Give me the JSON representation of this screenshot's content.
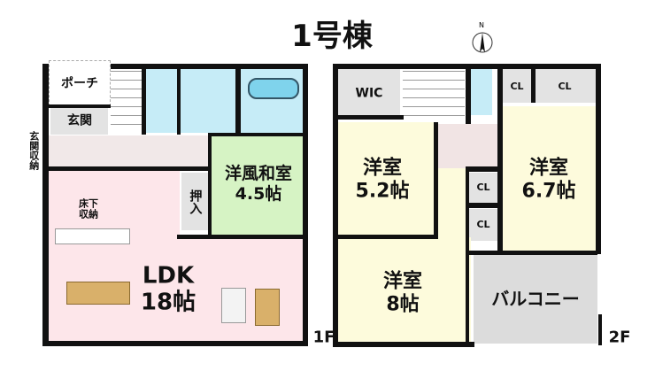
{
  "title": "1号棟",
  "compass": {
    "label": "N"
  },
  "floor1": {
    "label": "1F",
    "rooms": {
      "porch": "ポーチ",
      "entrance": "玄関",
      "entrance_storage": "玄関収納",
      "underfloor_storage": "床下収納",
      "closet": "押入",
      "japanese_room": {
        "name": "洋風和室",
        "size": "4.5帖"
      },
      "ldk": {
        "name": "LDK",
        "size": "18帖"
      }
    }
  },
  "floor2": {
    "label": "2F",
    "rooms": {
      "wic": "WIC",
      "cl": "CL",
      "room_a": {
        "name": "洋室",
        "size": "5.2帖"
      },
      "room_b": {
        "name": "洋室",
        "size": "6.7帖"
      },
      "room_c": {
        "name": "洋室",
        "size": "8帖"
      },
      "balcony": "バルコニー"
    }
  },
  "colors": {
    "ldk": "#fde6ea",
    "room": "#fdfbdc",
    "washitsu": "#d6f3c4",
    "water": "#c6ecf7",
    "storage": "#e3e3e3"
  }
}
